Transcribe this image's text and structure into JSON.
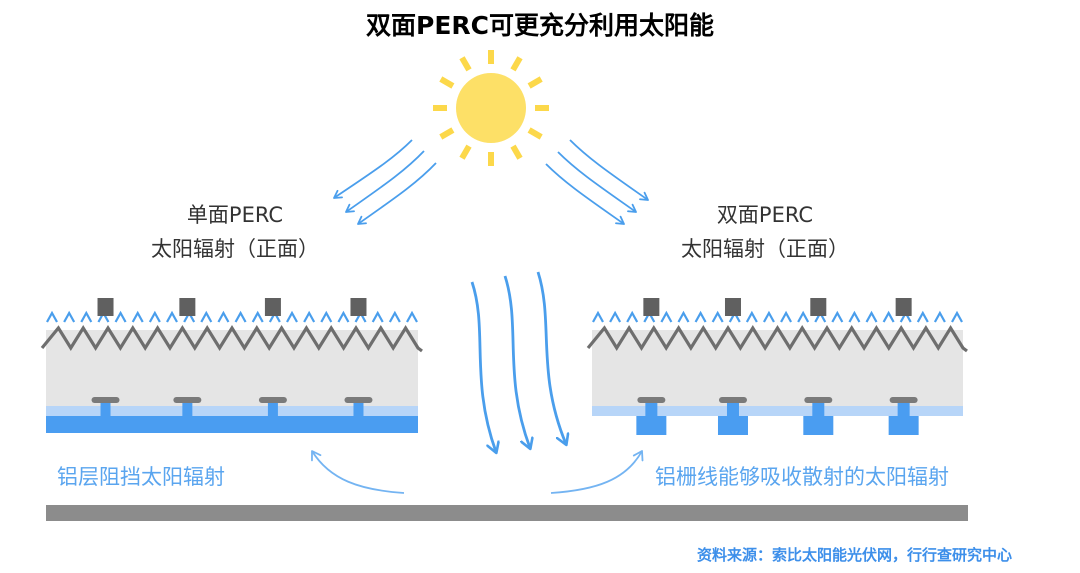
{
  "title": "双面PERC可更充分利用太阳能",
  "left_panel": {
    "name": "单面PERC",
    "subtitle": "太阳辐射（正面）",
    "caption": "铝层阻挡太阳辐射"
  },
  "right_panel": {
    "name": "双面PERC",
    "subtitle": "太阳辐射（正面）",
    "caption": "铝栅线能够吸收散射的太阳辐射"
  },
  "source": "资料来源：索比太阳能光伏网，行行查研究中心",
  "colors": {
    "sun": "#fcd84a",
    "sun_core": "#fde067",
    "arrow_blue": "#4a9eec",
    "cell_body": "#e5e5e5",
    "cell_outline": "#6e6e6e",
    "light_blue_layer": "#b7d5f8",
    "aluminum_blue": "#4a9df1",
    "finger": "#606060",
    "ground": "#8c8c8c",
    "source_text": "#3d8fea",
    "caption_text": "#5aa5ef"
  }
}
